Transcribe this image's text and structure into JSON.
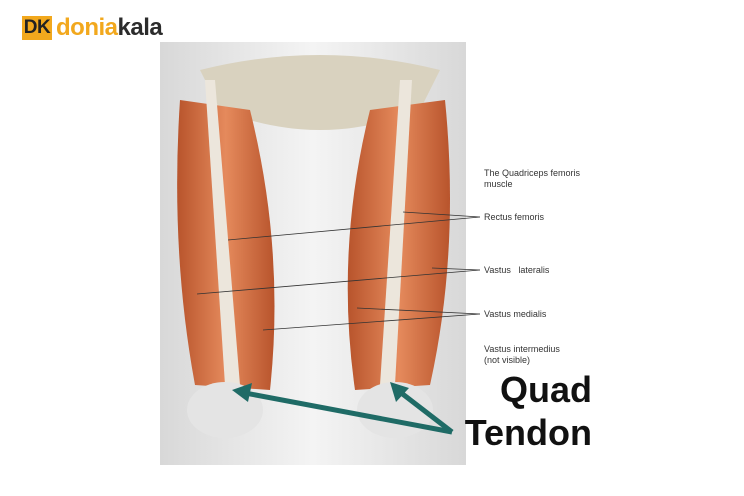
{
  "logo": {
    "mark": "DK",
    "part1": "donia",
    "part2": "kala"
  },
  "labels": {
    "title": "The Quadriceps femoris muscle",
    "rectus": "Rectus femoris",
    "lateralis": "Vastus   lateralis",
    "medialis": "Vastus medialis",
    "intermedius_1": "Vastus intermedius",
    "intermedius_2": "(not visible)"
  },
  "callout": {
    "line1": "Quad",
    "line2": "Tendon"
  },
  "colors": {
    "muscle": "#d9774a",
    "arrow": "#1f6b66",
    "logo": "#f2a81d"
  }
}
